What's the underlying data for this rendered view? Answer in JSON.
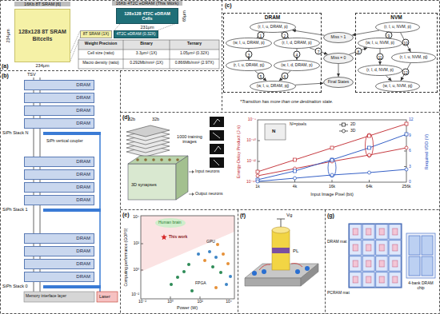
{
  "diagram": {
    "nodes": [
      {
        "text": [
          "128x128 8T SRAM Bitcells"
        ]
      },
      {
        "text": [
          "128x128 4T2C eDRAM Cells"
        ]
      },
      {
        "text": [
          "8T SRAM (1X)"
        ]
      },
      {
        "text": [
          "4T2C eDRAM (0.32X)"
        ]
      },
      {
        "text": [
          "DRAM"
        ]
      },
      {
        "text": [
          "(r, I, u, DRAM, p)"
        ],
        "in": 4
      },
      {
        "text": [
          "(w, I, u, DRAM, p)"
        ],
        "in": 4
      },
      {
        "text": [
          "(r, I, d, DRAM, p)"
        ],
        "in": 4
      },
      {
        "text": [
          "(r, I, u, DRAM, pj)"
        ],
        "in": 4
      },
      {
        "text": [
          "(w, I, d, DRAM, p)"
        ],
        "in": 4
      },
      {
        "text": [
          "(w, I, u, DRAM, pj)"
        ],
        "in": 4
      },
      {
        "text": [
          "Miss > 1"
        ]
      },
      {
        "text": [
          "Miss = 0"
        ]
      },
      {
        "text": [
          "Final States"
        ]
      },
      {
        "text": [
          "NVM"
        ]
      },
      {
        "text": [
          "(r, I, u, NVM, p)"
        ],
        "in": 14
      },
      {
        "text": [
          "(w, I, u, NVM, p)"
        ],
        "in": 14
      },
      {
        "text": [
          "(r, I, u, NVM, pj)"
        ],
        "in": 14
      },
      {
        "text": [
          "(r, I, d, NVM, p)"
        ],
        "in": 14
      },
      {
        "text": [
          "(w, I, u, NVM, pj)"
        ],
        "in": 14
      },
      {
        "text": [
          "DRAM"
        ]
      },
      {
        "text": [
          "DRAM"
        ]
      },
      {
        "text": [
          "DRAM"
        ]
      },
      {
        "text": [
          "DRAM"
        ]
      },
      {
        "text": [
          "DRAM"
        ]
      },
      {
        "text": [
          "DRAM"
        ]
      },
      {
        "text": [
          "DRAM"
        ]
      },
      {
        "text": [
          "DRAM"
        ]
      },
      {
        "text": [
          "DRAM"
        ]
      },
      {
        "text": [
          "DRAM"
        ]
      },
      {
        "text": [
          "DRAM"
        ]
      },
      {
        "text": [
          "DRAM"
        ]
      }
    ],
    "edges": [
      {
        "from": 5,
        "to": 6,
        "arrow": "to",
        "label": "1"
      },
      {
        "from": 5,
        "to": 7,
        "arrow": "to",
        "label": "2"
      },
      {
        "from": 6,
        "to": 8,
        "arrow": "to",
        "label": "3"
      },
      {
        "from": 7,
        "to": 9,
        "arrow": "to",
        "label": "4"
      },
      {
        "from": 8,
        "to": 10,
        "arrow": "to",
        "label": "5"
      },
      {
        "from": 9,
        "to": 10,
        "arrow": "to",
        "label": "6"
      },
      {
        "from": 7,
        "to": 12,
        "arrow": "to",
        "label": "7"
      },
      {
        "from": 12,
        "to": 16,
        "arrow": "to",
        "label": "8"
      },
      {
        "from": 16,
        "to": 15,
        "arrow": "to",
        "label": "9"
      },
      {
        "from": 15,
        "to": 17,
        "arrow": "to",
        "label": "10"
      },
      {
        "from": 16,
        "to": 18,
        "arrow": "to",
        "label": "11"
      },
      {
        "from": 17,
        "to": 19,
        "arrow": "to",
        "label": "12"
      },
      {
        "from": 18,
        "to": 19,
        "arrow": "to"
      },
      {
        "from": 15,
        "to": 11,
        "arrow": "to"
      },
      {
        "from": 11,
        "to": 5,
        "arrow": "to"
      },
      {
        "from": 12,
        "to": 13,
        "arrow": "to"
      },
      {
        "from": 10,
        "to": 13,
        "arrow": "to"
      }
    ],
    "labels": [
      "(a)",
      "16Kb 8T SRAM [6]",
      "234μm",
      "234μm",
      "16Kb 4T2C eDRAM (This Work)",
      "231μm",
      "65μm",
      "Weight Precision",
      "Binary",
      "Ternary",
      "Cell size (ratio)",
      "3.3μm² (1X)",
      "1.05μm² (0.32X)",
      "Macro density (ratio)",
      "0.292Mb/mm² (1X)",
      "0.866Mb/mm² (2.97X)",
      "(c)",
      "*Transition has more than one destination state.",
      "(b)",
      "TSV",
      "SiPh Stack N",
      "SiPh vertical coupler",
      "SiPh Stack 1",
      "SiPh Stack 0",
      "Memory interface layer",
      "Laser",
      "(d)",
      "32b",
      "32b",
      "1000 training images",
      "Input neurons",
      "3D synapses",
      "Output neurons",
      "Energy-Delay Product (J·s)",
      "Required VDD (V)",
      "10⁻⁸",
      "10⁻¹⁰",
      "10⁻¹²",
      "10⁻¹⁴",
      "12",
      "9",
      "6",
      "3",
      "0",
      "1k",
      "4k",
      "16k",
      "64k",
      "256k",
      "Input Image Pixel (bit)",
      "N",
      "N²=pixels",
      "(e)",
      "Computing performance (GOPS)",
      "Power (W)",
      "10⁻²",
      "10⁰",
      "10²",
      "10⁴",
      "10⁴",
      "10²",
      "10⁰",
      "10⁻²",
      "Human brain",
      "This work",
      "GPU",
      "FPGA",
      "(f)",
      "Vg",
      "PL",
      "(g)",
      "DRAM mat",
      "PCRAM mat",
      "4-bank DRAM chip"
    ],
    "legend": [
      {
        "text": "2D"
      },
      {
        "text": "3D"
      }
    ]
  }
}
